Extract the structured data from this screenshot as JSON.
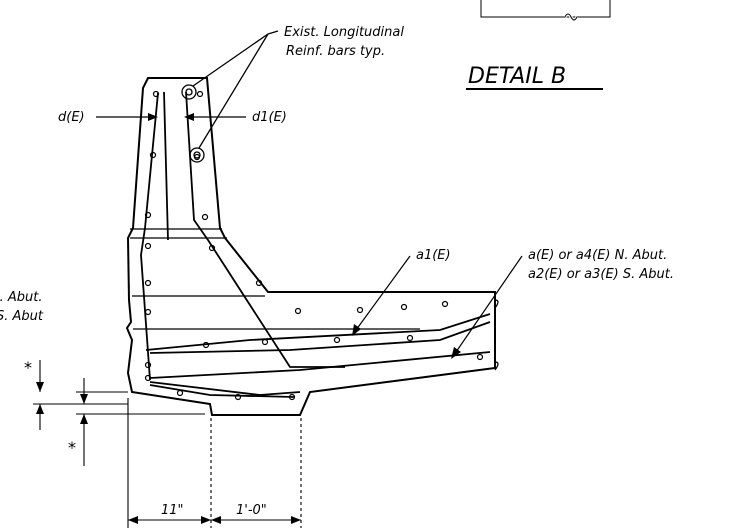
{
  "drawing": {
    "title": "DETAIL B",
    "note_longitudinal_line1": "Exist. Longitudinal",
    "note_longitudinal_line2": "Reinf. bars typ.",
    "label_d_left": "d(E)",
    "label_d1_right": "d1(E)",
    "label_a1": "a1(E)",
    "label_north_line1": "a(E) or a4(E) N. Abut.",
    "label_north_line2": "a2(E) or a3(E) S. Abut.",
    "label_left_cut_line1": "l. Abut.",
    "label_left_cut_line2": "S. Abut",
    "asterisk_upper": "*",
    "asterisk_lower": "*",
    "dim_left": "11\"",
    "dim_right": "1'-0\""
  },
  "colors": {
    "ink": "#000000",
    "paper": "#ffffff"
  }
}
